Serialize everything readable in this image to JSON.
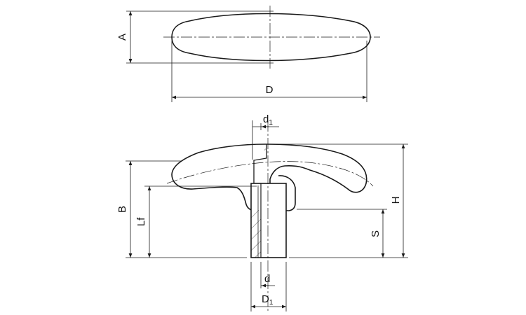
{
  "dimensions": {
    "top_view": {
      "width_label": "A",
      "length_label": "D"
    },
    "side_view": {
      "bore_upper_label_main": "d",
      "bore_upper_label_sub": "1",
      "total_height_label": "H",
      "height_label": "B",
      "thread_depth_label": "Lf",
      "shank_length_label": "S",
      "bore_label": "d",
      "hub_diameter_label_main": "D",
      "hub_diameter_label_sub": "1"
    }
  }
}
